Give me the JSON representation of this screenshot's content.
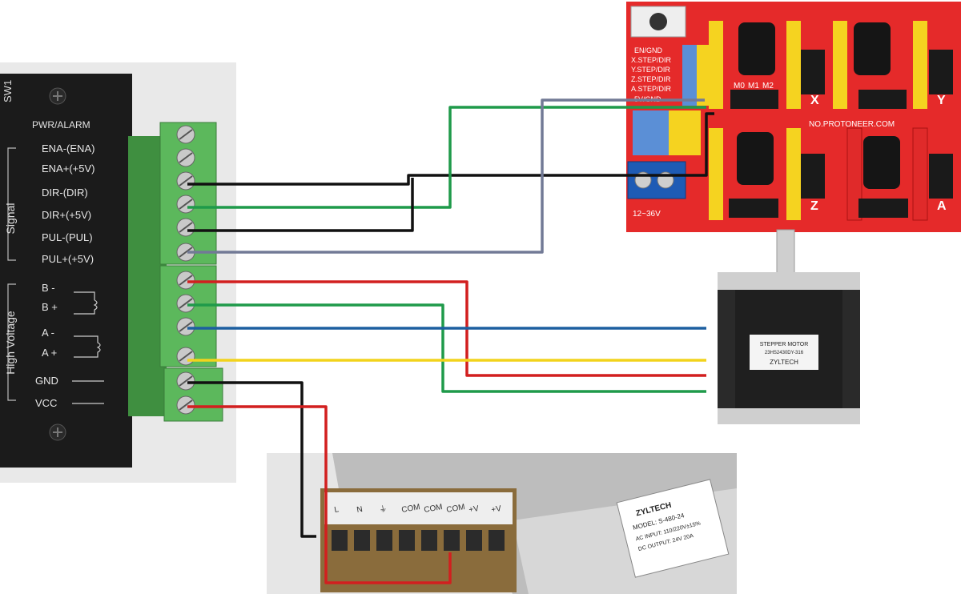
{
  "driver": {
    "sw_label": "SW1",
    "pwr_label": "PWR/ALARM",
    "signal_group": "Signal",
    "hv_group": "High Voltage",
    "pins": [
      {
        "label": "ENA-(ENA)"
      },
      {
        "label": "ENA+(+5V)"
      },
      {
        "label": "DIR-(DIR)"
      },
      {
        "label": "DIR+(+5V)"
      },
      {
        "label": "PUL-(PUL)"
      },
      {
        "label": "PUL+(+5V)"
      },
      {
        "label": "B -"
      },
      {
        "label": "B +"
      },
      {
        "label": "A -"
      },
      {
        "label": "A +"
      },
      {
        "label": "GND"
      },
      {
        "label": "VCC"
      }
    ]
  },
  "cnc_shield": {
    "pin_labels": [
      "EN/GND",
      "X.STEP/DIR",
      "Y.STEP/DIR",
      "Z.STEP/DIR",
      "A.STEP/DIR",
      "5V/GND"
    ],
    "brand": "NO.PROTONEER.COM",
    "voltage": "12~36V",
    "axis_x": "X",
    "axis_y": "Y",
    "axis_z": "Z",
    "axis_a": "A",
    "micro_step_labels": [
      "M0",
      "M1",
      "M2"
    ]
  },
  "motor": {
    "title": "STEPPER MOTOR",
    "model": "23HS2430DY-316",
    "brand": "ZYLTECH"
  },
  "psu": {
    "brand": "ZYLTECH",
    "model": "MODEL: S-480-24",
    "ac_input": "AC INPUT: 110/220V±15%",
    "dc_output": "DC OUTPUT: 24V 20A",
    "terminals": [
      "L",
      "N",
      "⏚",
      "COM",
      "COM",
      "COM",
      "+V",
      "+V"
    ]
  },
  "colors": {
    "black_wire": "#111111",
    "green_wire": "#1f9a4a",
    "gray_wire": "#727a96",
    "red_wire": "#d21f1f",
    "blue_wire": "#1d5fa0",
    "yellow_wire": "#f2d31c",
    "terminal_green": "#5cb85c",
    "shield_red": "#e52a2a"
  }
}
